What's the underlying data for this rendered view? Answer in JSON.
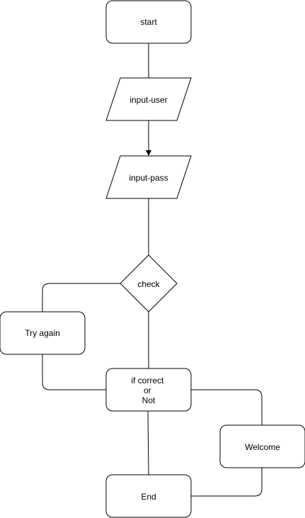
{
  "diagram": {
    "type": "flowchart",
    "nodes": {
      "start": {
        "shape": "rounded-rectangle",
        "label": "start"
      },
      "input_user": {
        "shape": "parallelogram",
        "label": "input-user"
      },
      "input_pass": {
        "shape": "parallelogram",
        "label": "input-pass"
      },
      "check": {
        "shape": "diamond",
        "label": "check"
      },
      "try_again": {
        "shape": "rounded-rectangle",
        "label": "Try again"
      },
      "if_correct": {
        "shape": "rounded-rectangle",
        "label_lines": [
          "if correct",
          "or",
          "Not"
        ]
      },
      "welcome": {
        "shape": "rounded-rectangle",
        "label": "Welcome"
      },
      "end": {
        "shape": "rounded-rectangle",
        "label": "End"
      }
    },
    "edges": [
      {
        "from": "start",
        "to": "input_user",
        "arrow": false
      },
      {
        "from": "input_user",
        "to": "input_pass",
        "arrow": true
      },
      {
        "from": "input_pass",
        "to": "check",
        "arrow": false
      },
      {
        "from": "check",
        "to": "try_again",
        "arrow": false
      },
      {
        "from": "check",
        "to": "if_correct",
        "arrow": false
      },
      {
        "from": "try_again",
        "to": "if_correct",
        "arrow": false
      },
      {
        "from": "if_correct",
        "to": "welcome",
        "arrow": false
      },
      {
        "from": "if_correct",
        "to": "end",
        "arrow": false
      },
      {
        "from": "welcome",
        "to": "end",
        "arrow": false
      }
    ]
  }
}
